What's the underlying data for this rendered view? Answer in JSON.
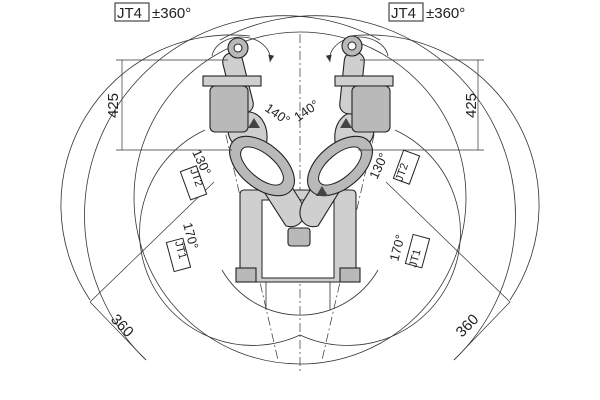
{
  "labels": {
    "jt4_left": "JT4",
    "jt4_right": "JT4",
    "range_jt4_left": "±360°",
    "range_jt4_right": "±360°",
    "dim_left_425": "425",
    "dim_right_425": "425",
    "angle_left_140": "140°",
    "angle_right_140": "140°",
    "angle_left_130": "130°",
    "angle_right_130": "130°",
    "jt2_left": "JT2",
    "jt2_right": "JT2",
    "angle_left_170": "170°",
    "angle_right_170": "170°",
    "jt1_left": "JT1",
    "jt1_right": "JT1",
    "dim_left_360": "360",
    "dim_right_360": "360"
  },
  "colors": {
    "line": "#222222",
    "robot_fill": "#cfcfcf",
    "robot_dark": "#b9b9b9"
  }
}
